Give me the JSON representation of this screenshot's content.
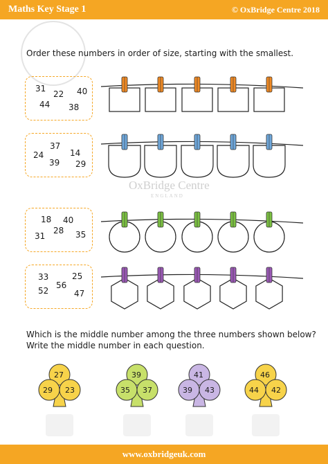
{
  "header": {
    "title": "Maths Key Stage 1",
    "copyright": "© OxBridge Centre 2018"
  },
  "instructions": {
    "order": "Order these numbers in order of size, starting with the smallest.",
    "middle_1": "Which is the middle number among the three numbers shown below?",
    "middle_2": "Write the middle number in each question."
  },
  "watermark": {
    "name": "OxBridge Centre",
    "country": "ENGLAND"
  },
  "number_sets": [
    {
      "shape": "rectangle",
      "peg_color": "#f08a24",
      "numbers": [
        "31",
        "22",
        "40",
        "44",
        "38"
      ]
    },
    {
      "shape": "rounded-square",
      "peg_color": "#6fa8dc",
      "numbers": [
        "37",
        "24",
        "14",
        "39",
        "29"
      ]
    },
    {
      "shape": "circle",
      "peg_color": "#7cc242",
      "numbers": [
        "18",
        "40",
        "28",
        "31",
        "35"
      ]
    },
    {
      "shape": "hexagon",
      "peg_color": "#9b59b6",
      "numbers": [
        "33",
        "25",
        "56",
        "52",
        "47"
      ]
    }
  ],
  "clubs": [
    {
      "color": "#f7d34a",
      "numbers": [
        "27",
        "29",
        "23"
      ]
    },
    {
      "color": "#c7e06a",
      "numbers": [
        "39",
        "35",
        "37"
      ]
    },
    {
      "color": "#c9b6e4",
      "numbers": [
        "41",
        "39",
        "43"
      ]
    },
    {
      "color": "#f7d34a",
      "numbers": [
        "46",
        "44",
        "42"
      ]
    }
  ],
  "footer": {
    "url": "www.oxbridgeuk.com"
  }
}
